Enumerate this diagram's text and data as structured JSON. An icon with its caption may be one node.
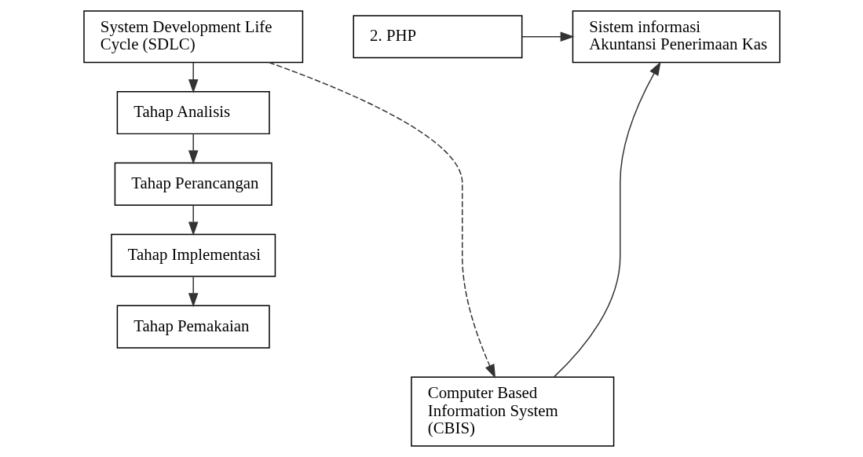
{
  "diagram": {
    "nodes": [
      {
        "text": [
          "System Development Life Cycle (SDLC)"
        ]
      },
      {
        "text": [
          "Tahap Analisis"
        ]
      },
      {
        "text": [
          "Tahap Perancangan"
        ]
      },
      {
        "text": [
          "Tahap Implementasi"
        ]
      },
      {
        "text": [
          "Tahap Pemakaian"
        ]
      },
      {
        "text": [
          "2. PHP"
        ]
      },
      {
        "text": [
          "Sistem informasi Akuntansi Penerimaan Kas"
        ]
      },
      {
        "text": [
          "Computer Based Information System (CBIS)"
        ]
      }
    ],
    "edges": [
      {
        "from": 0,
        "to": 1,
        "arrow": "to"
      },
      {
        "from": 1,
        "to": 2,
        "arrow": "to"
      },
      {
        "from": 2,
        "to": 3,
        "arrow": "to"
      },
      {
        "from": 3,
        "to": 4,
        "arrow": "to"
      },
      {
        "from": 0,
        "to": 7,
        "arrow": "to",
        "style": "dashed"
      },
      {
        "from": 7,
        "to": 6,
        "arrow": "to"
      },
      {
        "from": 5,
        "to": 6,
        "arrow": "to"
      }
    ]
  }
}
